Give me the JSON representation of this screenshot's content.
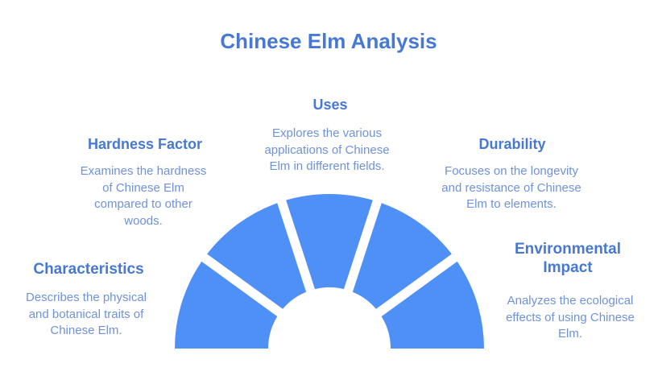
{
  "page": {
    "title": "Chinese Elm Analysis"
  },
  "colors": {
    "background": "#ffffff",
    "fan_segment": "#4f90f7",
    "heading_text": "#4678d4",
    "body_text": "#6f92dc"
  },
  "sections": {
    "uses": {
      "heading": "Uses",
      "description": [
        "Explores the various",
        "applications of Chinese",
        "Elm in different fields."
      ]
    },
    "hardness": {
      "heading": "Hardness Factor",
      "description": [
        "Examines the hardness",
        "of Chinese Elm",
        "compared to other",
        "woods."
      ]
    },
    "durability": {
      "heading": "Durability",
      "description": [
        "Focuses on the longevity",
        "and resistance of Chinese",
        "Elm to elements."
      ]
    },
    "characteristics": {
      "heading": "Characteristics",
      "description": [
        "Describes the physical",
        "and botanical traits of",
        "Chinese Elm."
      ]
    },
    "environmental": {
      "heading": [
        "Environmental",
        "Impact"
      ],
      "description": [
        "Analyzes the ecological",
        "effects of using Chinese",
        "Elm."
      ]
    }
  },
  "fan": {
    "shape": "semicircular-donut",
    "segment_count": 5,
    "segment_order": [
      "characteristics",
      "hardness",
      "uses",
      "durability",
      "environmental"
    ]
  }
}
